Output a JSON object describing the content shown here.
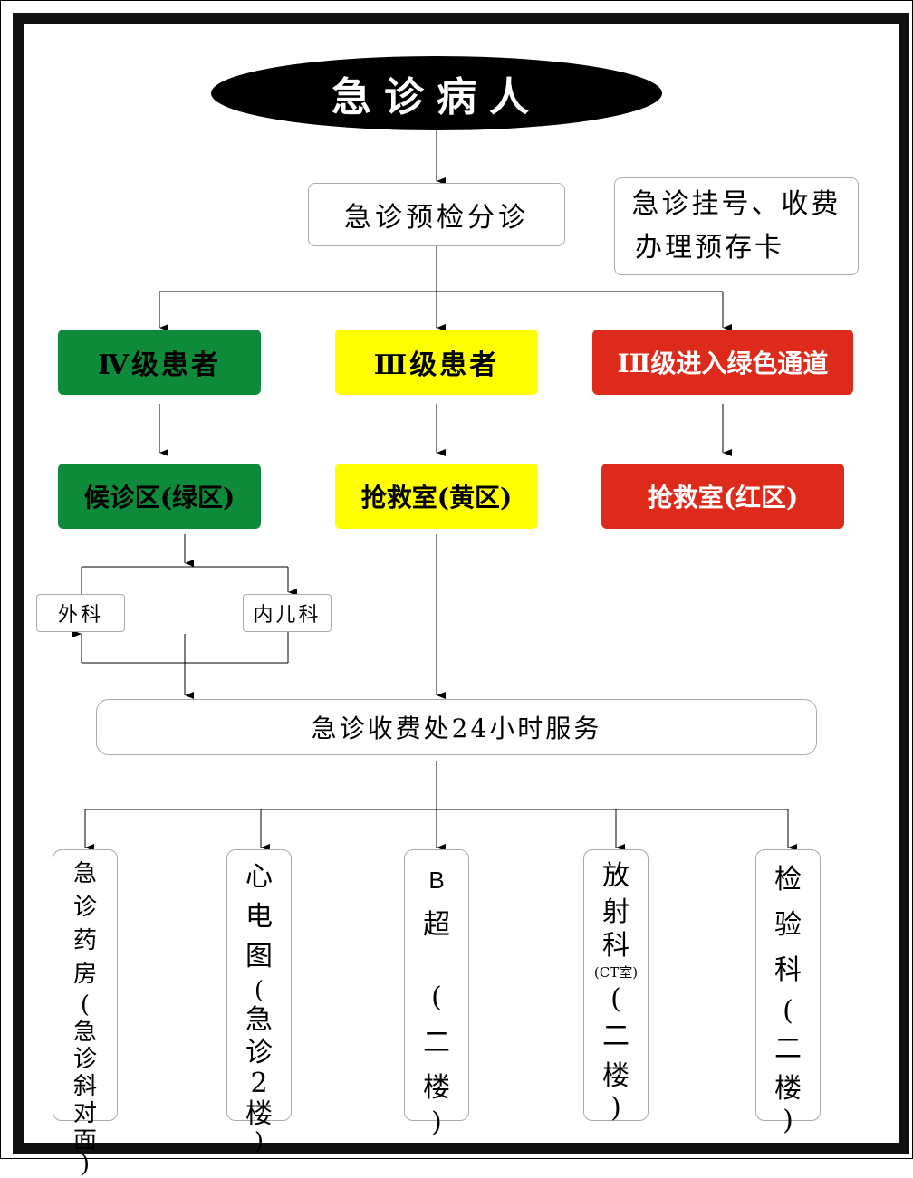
{
  "title": "急诊病人",
  "triage": "急诊预检分诊",
  "registration": {
    "line1": "急诊挂号、收费",
    "line2": "办理预存卡"
  },
  "levels": {
    "level4": "Ⅳ级患者",
    "level3": "Ⅲ级患者",
    "level12": "ⅠⅡ级进入绿色通道"
  },
  "areas": {
    "green": "候诊区(绿区)",
    "yellow": "抢救室(黄区)",
    "red": "抢救室(红区)"
  },
  "departments": {
    "surgery": "外科",
    "internal_pediatrics": "内儿科"
  },
  "cashier": "急诊收费处24小时服务",
  "services": {
    "pharmacy": {
      "chars": [
        "急",
        "诊",
        "药",
        "房"
      ],
      "loc": [
        "(",
        "急",
        "诊",
        "斜",
        "对",
        "面",
        ")"
      ]
    },
    "ecg": {
      "chars": [
        "心",
        "电",
        "图"
      ],
      "loc": [
        "(",
        "急",
        "诊",
        "2",
        "楼",
        ")"
      ]
    },
    "ultrasound": {
      "chars": [
        "B",
        "超"
      ],
      "loc": [
        "(",
        "二",
        "楼",
        ")"
      ]
    },
    "radiology": {
      "chars": [
        "放",
        "射",
        "科"
      ],
      "note": "(CT室)",
      "loc": [
        "(",
        "二",
        "楼",
        ")"
      ]
    },
    "lab": {
      "chars": [
        "检",
        "验",
        "科"
      ],
      "loc": [
        "(",
        "二",
        "楼",
        ")"
      ]
    }
  },
  "colors": {
    "green": "#0d8a3a",
    "yellow": "#ffff00",
    "red": "#dd2a1b"
  }
}
